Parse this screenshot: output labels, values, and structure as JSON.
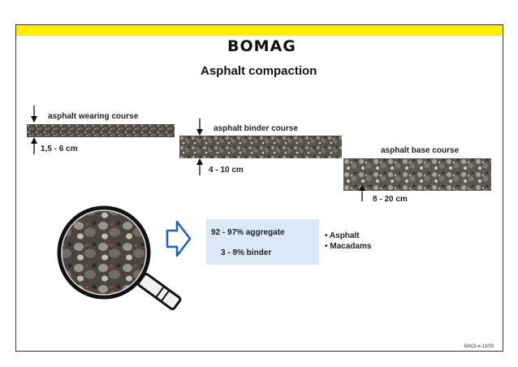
{
  "brand": "BOMAG",
  "title": "Asphalt compaction",
  "layers": {
    "wearing": {
      "name": "asphalt wearing course",
      "thickness": "1,5 - 6 cm"
    },
    "binder": {
      "name": "asphalt binder course",
      "thickness": "4 - 10 cm"
    },
    "base": {
      "name": "asphalt base course",
      "thickness": "8 - 20 cm"
    }
  },
  "composition": {
    "aggregate": "92 - 97% aggregate",
    "binder": "3 - 8% binder"
  },
  "bullets": [
    "• Asphalt",
    "• Macadams"
  ],
  "footer_code": "BAOI-e-11/03",
  "colors": {
    "top_bar": "#ffee00",
    "info_box": "#dbe8f5"
  }
}
